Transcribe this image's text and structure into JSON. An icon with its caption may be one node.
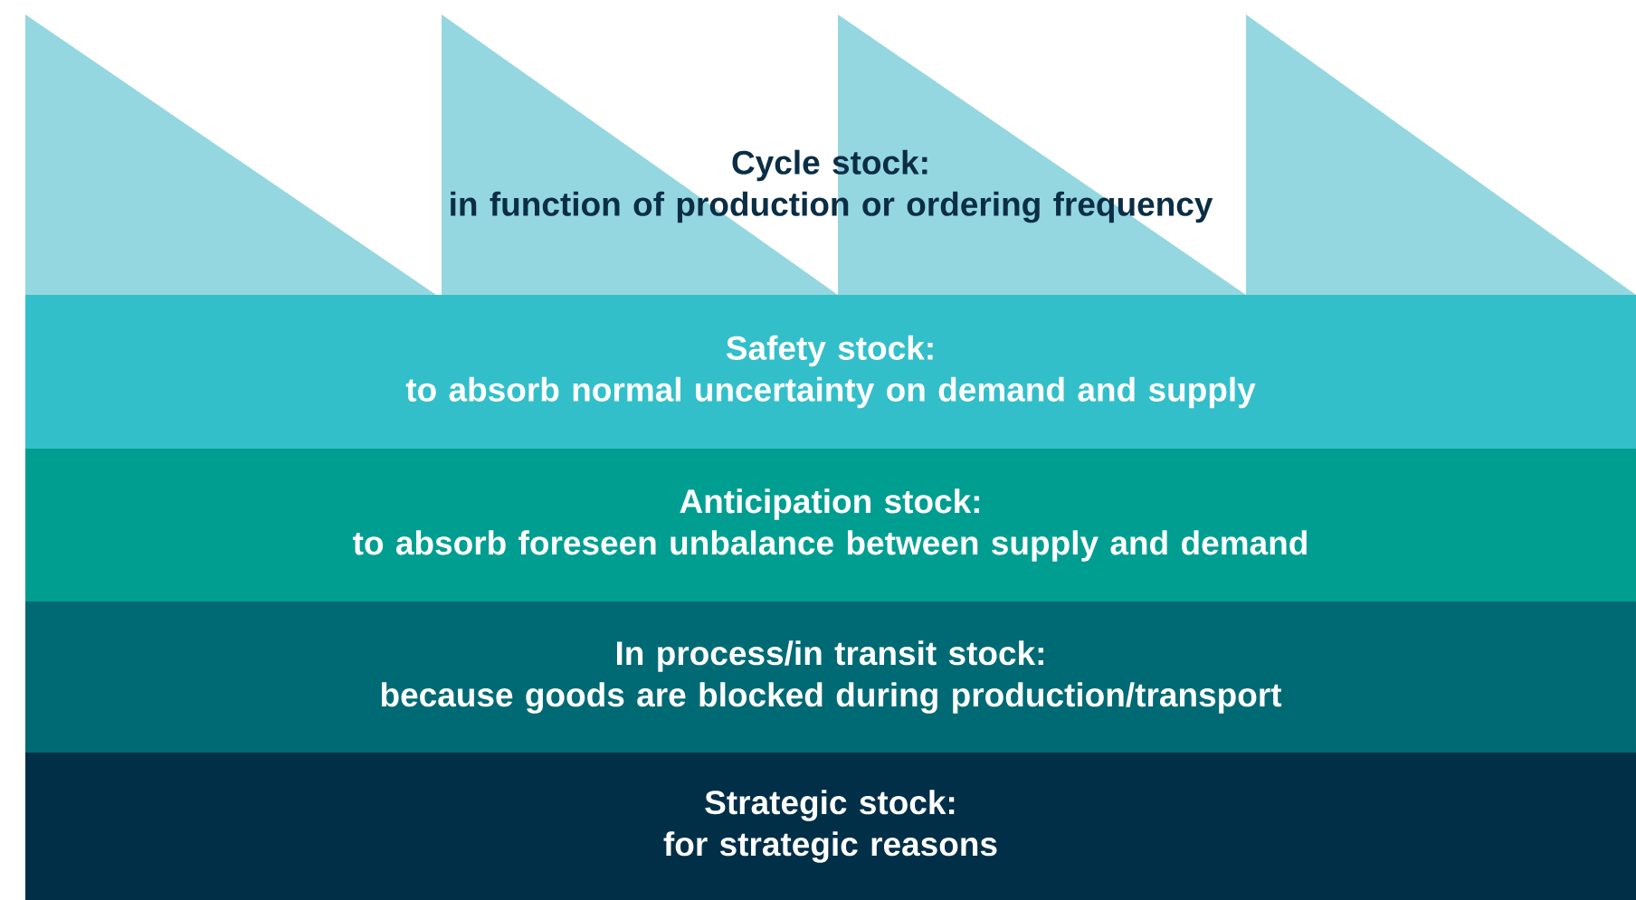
{
  "diagram": {
    "nodes": [
      {
        "text": [
          "Cycle stock:",
          "in function of production or ordering frequency"
        ]
      },
      {
        "text": [
          "Safety stock:",
          "to absorb normal uncertainty on demand and supply"
        ]
      },
      {
        "text": [
          "Anticipation stock:",
          "to absorb foreseen unbalance between supply and demand"
        ]
      },
      {
        "text": [
          "In process/in transit stock:",
          "because goods are blocked during production/transport"
        ]
      },
      {
        "text": [
          "Strategic stock:",
          "for strategic reasons"
        ]
      }
    ]
  }
}
